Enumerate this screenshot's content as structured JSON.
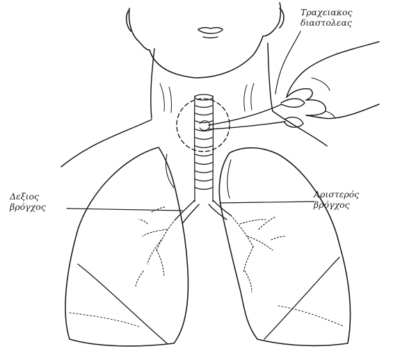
{
  "labels": {
    "tracheal_dilator": {
      "line1": "Τραχειακος",
      "line2": "διαστολεας"
    },
    "right_bronchus": {
      "line1": "Δεξιος",
      "line2": "βρόγχος"
    },
    "left_bronchus": {
      "line1": "Αριστερός",
      "line2": "βρόγχος"
    }
  },
  "colors": {
    "ink": "#1a1a1a",
    "background": "#ffffff"
  }
}
